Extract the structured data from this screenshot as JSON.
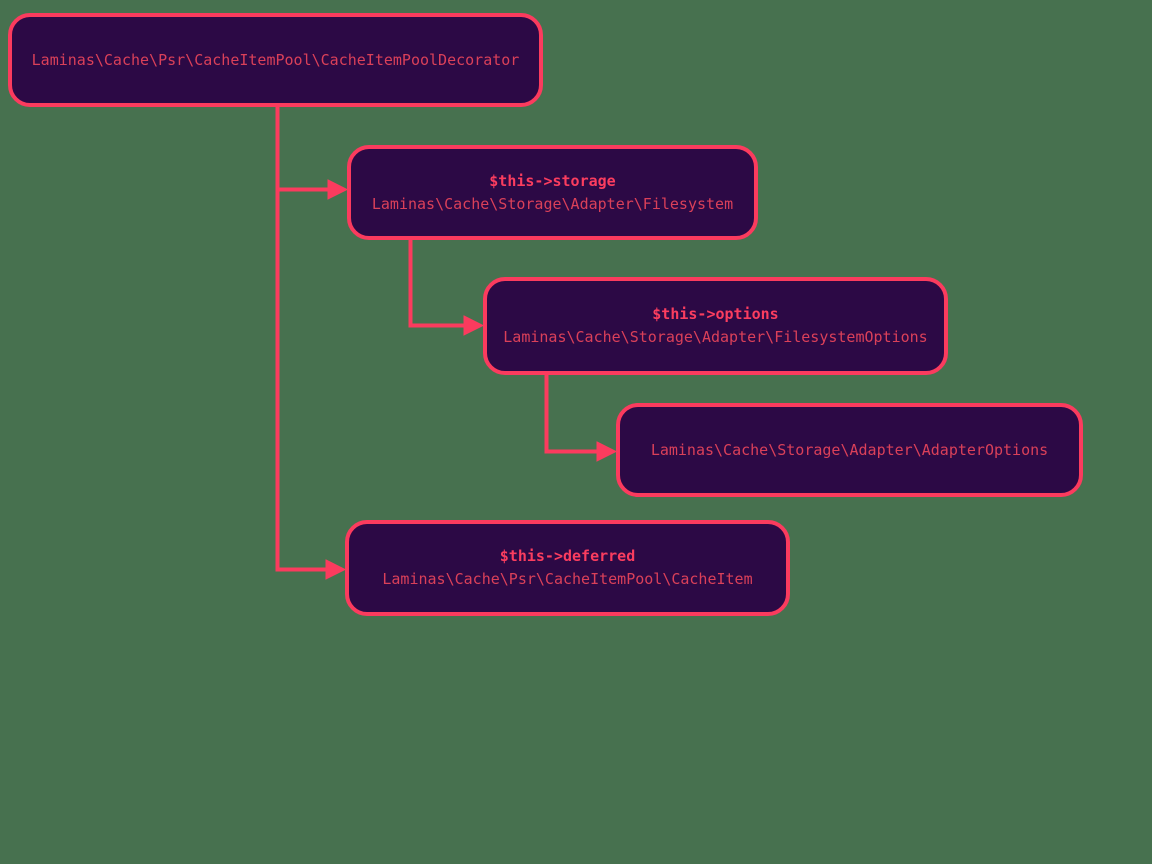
{
  "diagram": {
    "title": "Laminas cache object graph",
    "nodes": {
      "root": {
        "class": "Laminas\\Cache\\Psr\\CacheItemPool\\CacheItemPoolDecorator"
      },
      "storage": {
        "property": "$this->storage",
        "class": "Laminas\\Cache\\Storage\\Adapter\\Filesystem"
      },
      "options": {
        "property": "$this->options",
        "class": "Laminas\\Cache\\Storage\\Adapter\\FilesystemOptions"
      },
      "adapter_options": {
        "class": "Laminas\\Cache\\Storage\\Adapter\\AdapterOptions"
      },
      "deferred": {
        "property": "$this->deferred",
        "class": "Laminas\\Cache\\Psr\\CacheItemPool\\CacheItem"
      }
    },
    "edges": [
      {
        "from": "root",
        "to": "storage"
      },
      {
        "from": "storage",
        "to": "options"
      },
      {
        "from": "options",
        "to": "adapter_options"
      },
      {
        "from": "root",
        "to": "deferred"
      }
    ],
    "colors": {
      "background": "#47714f",
      "node_fill": "#2c0945",
      "node_border": "#fb3b5e",
      "property_text": "#fb3d5f",
      "class_text": "#da4059"
    }
  }
}
